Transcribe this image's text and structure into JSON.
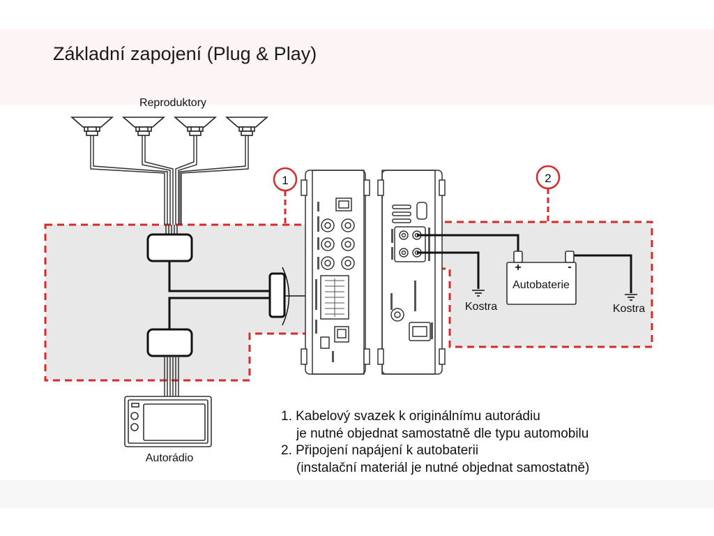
{
  "title": "Základní zapojení (Plug & Play)",
  "labels": {
    "speakers": "Reproduktory",
    "radio": "Autorádio",
    "battery": "Autobaterie",
    "ground_left": "Kostra",
    "ground_right": "Kostra",
    "plus": "+",
    "minus": "-",
    "callout_1": "1",
    "callout_2": "2"
  },
  "notes": [
    "1. Kabelový svazek k originálnímu autorádiu",
    "je nutné objednat samostatně dle typu automobilu",
    "2. Připojení napájení k autobaterii",
    "(instalační materiál je nutné objednat samostatně)"
  ],
  "colors": {
    "accent": "#d42a2a",
    "zone_fill": "#e8e8e8",
    "line": "#111111"
  }
}
